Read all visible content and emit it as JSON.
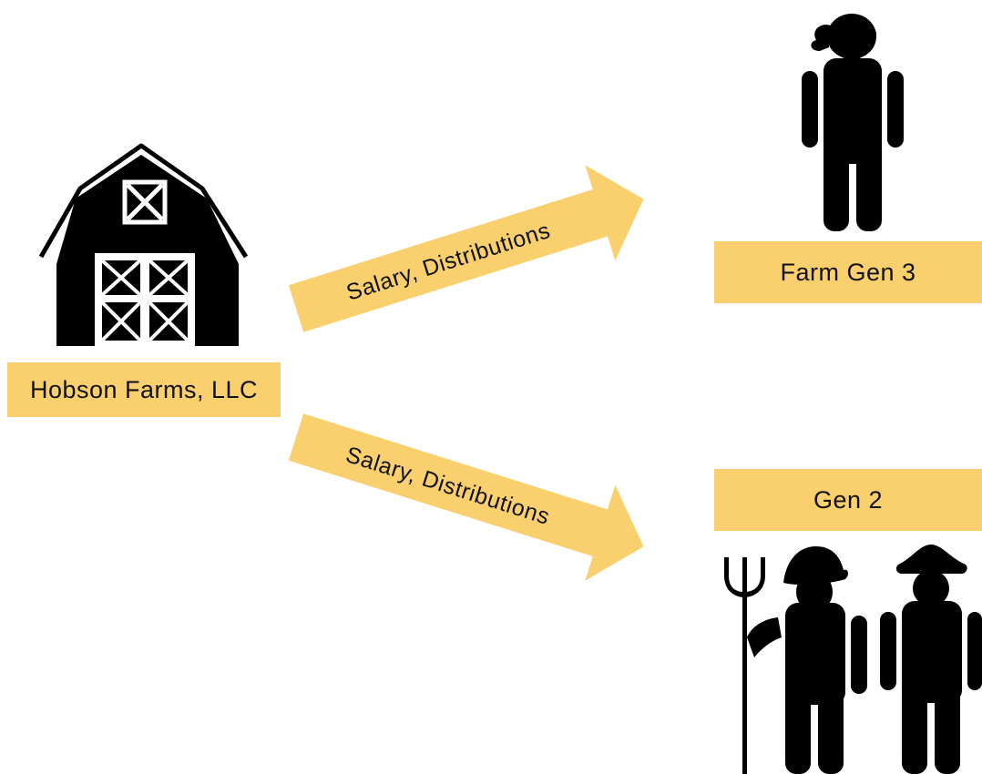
{
  "entity": {
    "name": "Hobson Farms, LLC",
    "icon": "barn-icon"
  },
  "recipients": [
    {
      "name": "Farm Gen 3",
      "icon": "woman-icon"
    },
    {
      "name": "Gen 2",
      "icon": "farmers-icon"
    }
  ],
  "flows": [
    {
      "label": "Salary, Distributions"
    },
    {
      "label": "Salary, Distributions"
    }
  ],
  "colors": {
    "label_fill": "#fad06e",
    "icon_fill": "#000000"
  }
}
